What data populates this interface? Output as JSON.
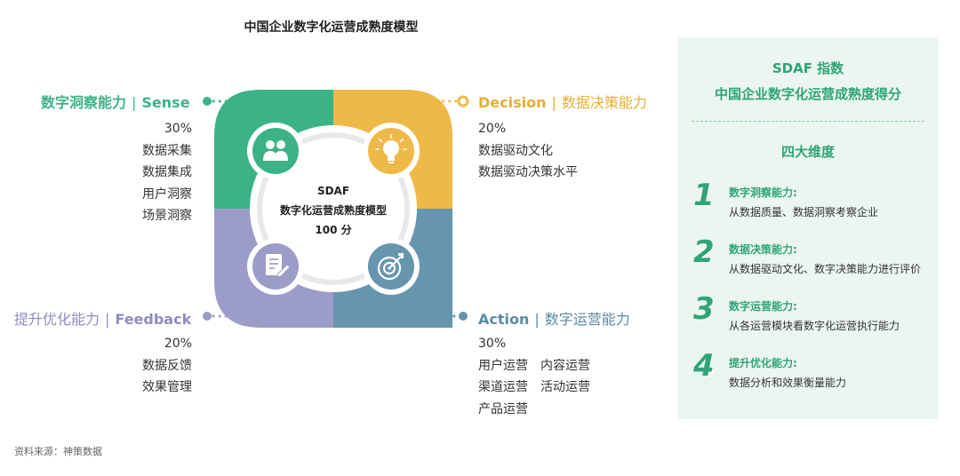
{
  "title": "中国企业数字化运营成熟度模型",
  "center": {
    "line1": "SDAF",
    "line2": "数字化运营成熟度模型",
    "line3": "100 分"
  },
  "colors": {
    "sense": "#3bb386",
    "decision": "#efb94a",
    "action": "#6695ae",
    "feedback": "#9c9cc8",
    "panel_bg": "#ebf6f0",
    "panel_text": "#2fa477"
  },
  "icons": {
    "sense": "users-icon",
    "decision": "lightbulb-icon",
    "action": "target-icon",
    "feedback": "document-edit-icon"
  },
  "quadrants": {
    "sense": {
      "cn": "数字洞察能力",
      "sep": "|",
      "en": "Sense",
      "percent": "30%",
      "items": [
        "数据采集",
        "数据集成",
        "用户洞察",
        "场景洞察"
      ]
    },
    "decision": {
      "en": "Decision",
      "sep": "|",
      "cn": "数据决策能力",
      "percent": "20%",
      "items": [
        "数据驱动文化",
        "数据驱动决策水平"
      ]
    },
    "feedback": {
      "cn": "提升优化能力",
      "sep": "|",
      "en": "Feedback",
      "percent": "20%",
      "items": [
        "数据反馈",
        "效果管理"
      ]
    },
    "action": {
      "en": "Action",
      "sep": "|",
      "cn": "数字运营能力",
      "percent": "30%",
      "items": [
        [
          "用户运营",
          "内容运营"
        ],
        [
          "渠道运营",
          "活动运营"
        ],
        [
          "产品运营"
        ]
      ]
    }
  },
  "panel": {
    "title1": "SDAF 指数",
    "title2": "中国企业数字化运营成熟度得分",
    "subtitle": "四大维度",
    "dimensions": [
      {
        "num": "1",
        "title": "数字洞察能力:",
        "desc": "从数据质量、数据洞察考察企业"
      },
      {
        "num": "2",
        "title": "数据决策能力:",
        "desc": "从数据驱动文化、数字决策能力进行评价"
      },
      {
        "num": "3",
        "title": "数字运营能力:",
        "desc": "从各运营模块看数字化运营执行能力"
      },
      {
        "num": "4",
        "title": "提升优化能力:",
        "desc": "数据分析和效果衡量能力"
      }
    ]
  },
  "source": "资料来源：神策数据"
}
